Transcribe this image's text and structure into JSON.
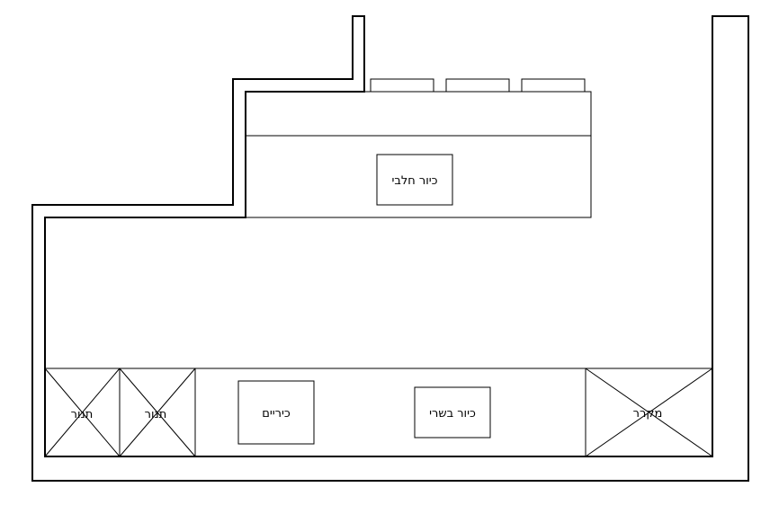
{
  "colors": {
    "line": "#000000",
    "background": "#ffffff"
  },
  "labels": {
    "dairy_sink": "כיור חלבי",
    "meat_sink": "כיור בשרי",
    "stovetop": "כיריים",
    "oven_1": "תנור",
    "oven_2": "תנור",
    "fridge": "מקרר"
  }
}
